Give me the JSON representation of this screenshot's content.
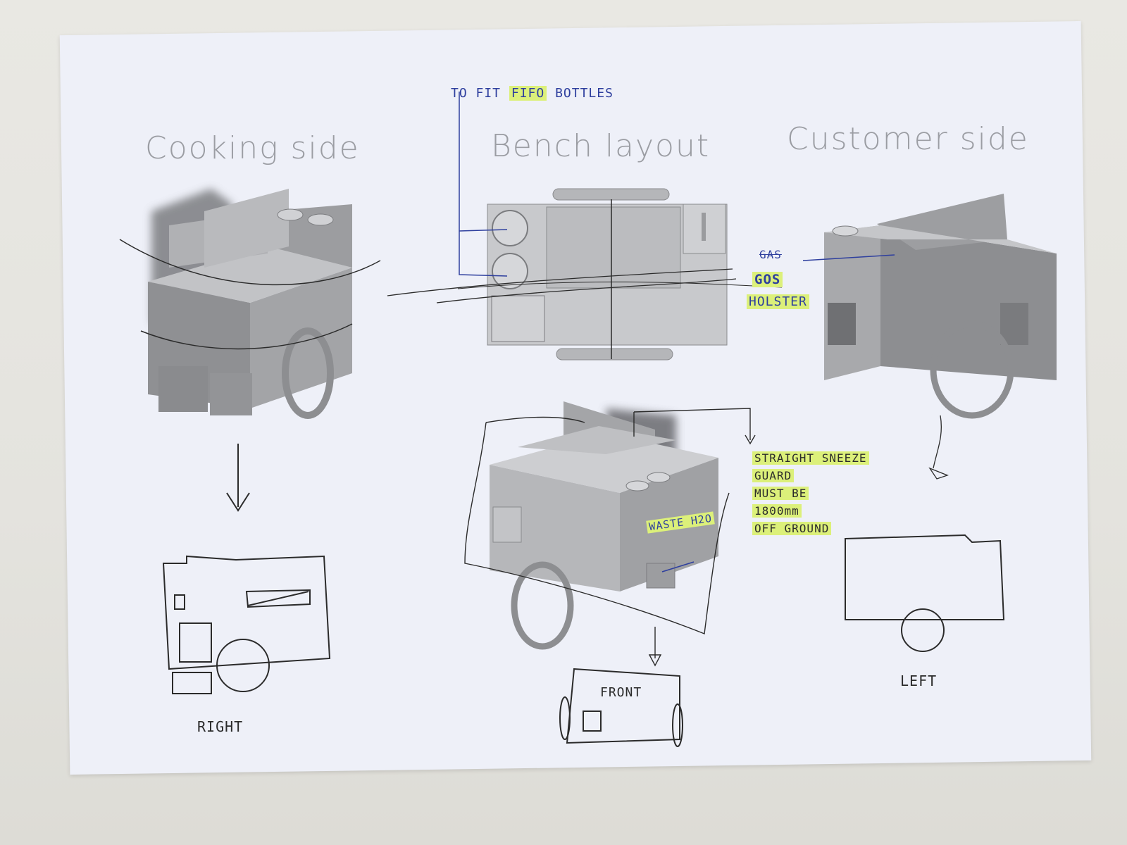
{
  "titles": {
    "cooking": "Cooking side",
    "bench": "Bench layout",
    "customer": "Customer side"
  },
  "annotations": {
    "fit_bottles": {
      "prefix": "TO FIT",
      "highlight": "FIFO",
      "suffix": "BOTTLES"
    },
    "scribble": "GAS",
    "gas": "GOS",
    "holster": "HOLSTER",
    "sneeze_guard": [
      "STRAIGHT SNEEZE",
      "GUARD",
      "MUST BE",
      "1800mm",
      "OFF GROUND"
    ],
    "waste": "WASTE H2O",
    "right": "RIGHT",
    "front": "FRONT",
    "left": "LEFT"
  },
  "colors": {
    "paper": "#eef0f8",
    "render_grey": "#a9aaad",
    "ink_dark": "#2b2b2b",
    "ink_blue": "#2e3f9e",
    "highlighter": "#dcf07a",
    "title_grey": "#9b9da3"
  }
}
